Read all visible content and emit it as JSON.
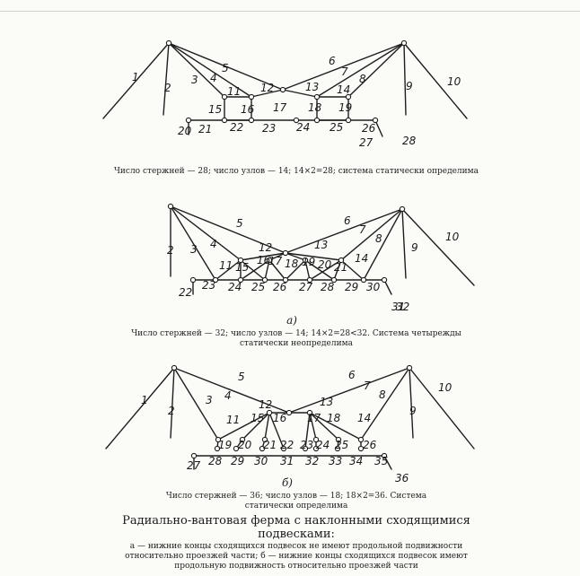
{
  "captions": {
    "fig1": "Число стержней — 28; число узлов — 14; 14×2=28; система статически определима",
    "fig2_label": "а)",
    "fig2_line1": "Число стержней — 32; число узлов — 14; 14×2=28<32. Система четырежды",
    "fig2_line2": "статически неопределима",
    "fig3_label": "б)",
    "fig3_line1": "Число стержней — 36; число узлов — 18; 18×2=36. Система",
    "fig3_line2": "статически определима"
  },
  "title": {
    "line1": "Радиально-вантовая ферма с наклонными сходящимися",
    "line2": "подвесками:"
  },
  "legend": {
    "line1": "а — нижние концы сходящихся подвесок не имеют продольной подвижности",
    "line2": "относительно проезжей части; б — нижние концы сходящихся подвесок имеют",
    "line3": "продольную подвижность относительно проезжей части"
  },
  "figures": [
    {
      "id": "fig-1",
      "labels": [
        "1",
        "2",
        "3",
        "4",
        "5",
        "6",
        "7",
        "8",
        "9",
        "10",
        "11",
        "12",
        "13",
        "14",
        "15",
        "16",
        "17",
        "18",
        "19",
        "20",
        "21",
        "22",
        "23",
        "24",
        "25",
        "26",
        "27",
        "28"
      ]
    },
    {
      "id": "fig-2",
      "labels": [
        "2",
        "3",
        "4",
        "5",
        "6",
        "7",
        "8",
        "9",
        "10",
        "11",
        "12",
        "13",
        "14",
        "15",
        "16",
        "17",
        "18",
        "19",
        "20",
        "21",
        "22",
        "23",
        "24",
        "25",
        "26",
        "27",
        "28",
        "29",
        "30",
        "31",
        "32"
      ]
    },
    {
      "id": "fig-3",
      "labels": [
        "1",
        "2",
        "3",
        "4",
        "5",
        "6",
        "7",
        "8",
        "9",
        "10",
        "11",
        "12",
        "13",
        "14",
        "15",
        "16",
        "17",
        "18",
        "19",
        "20",
        "21",
        "22",
        "23",
        "24",
        "25",
        "26",
        "27",
        "28",
        "29",
        "30",
        "31",
        "32",
        "33",
        "34",
        "35",
        "36"
      ]
    }
  ]
}
